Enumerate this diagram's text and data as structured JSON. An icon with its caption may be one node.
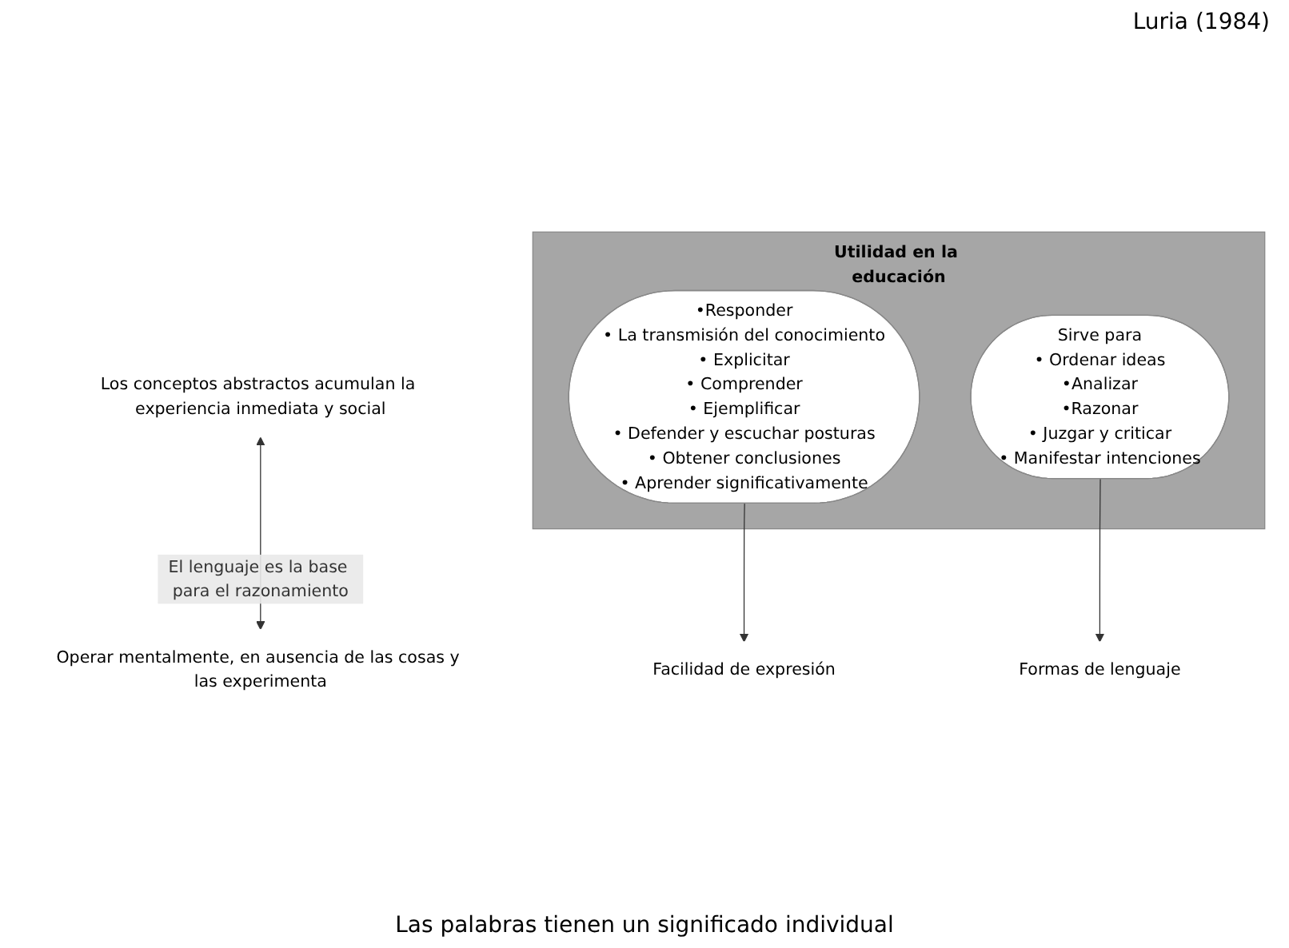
{
  "diagram": {
    "nodes": [
      {
        "text": [
          "Los conceptos abstractos acumulan la experiencia inmediata y social"
        ]
      },
      {
        "text": [
          "Operar mentalmente, en ausencia de las cosas y las experimenta"
        ]
      },
      {
        "text": [
          "Utilidad en la educación"
        ]
      },
      {
        "text": [
          "•Responder",
          "• La transmisión del conocimiento",
          "• Explicitar",
          "• Comprender",
          "• Ejemplificar",
          "• Defender y escuchar posturas",
          "• Obtener conclusiones",
          "• Aprender significativamente"
        ],
        "in": 2
      },
      {
        "text": [
          "Sirve para",
          "• Ordenar ideas",
          "•Analizar",
          "•Razonar",
          "• Juzgar y criticar",
          "• Manifestar intenciones"
        ],
        "in": 2
      },
      {
        "text": [
          "Facilidad de expresión"
        ]
      },
      {
        "text": [
          "Formas de lenguaje"
        ]
      }
    ],
    "edges": [
      {
        "from": 0,
        "to": 1,
        "arrow": "both",
        "label": "El lenguaje es la base para el razonamiento"
      },
      {
        "from": 3,
        "to": 5,
        "arrow": "to"
      },
      {
        "from": 4,
        "to": 6,
        "arrow": "to"
      }
    ],
    "labels": [
      "Luria (1984)",
      "Las palabras tienen un significado individual"
    ]
  }
}
